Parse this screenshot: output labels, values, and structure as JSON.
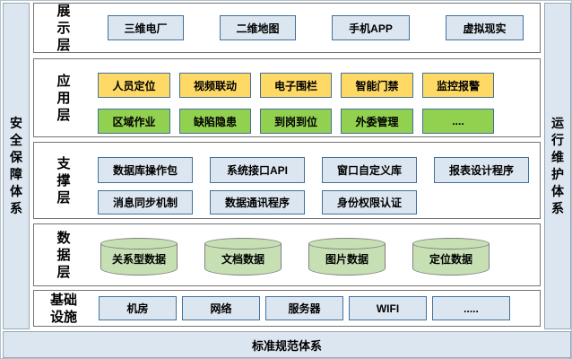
{
  "frame": {
    "left_band": "安全保障体系",
    "right_band": "运行维护体系",
    "bottom_band": "标准规范体系"
  },
  "colors": {
    "band_fill": "#dce6f1",
    "blue_box_fill": "#dce6f1",
    "yellow_box_fill": "#ffd966",
    "green_box_fill": "#92d050",
    "cylinder_fill": "#c6e0b4",
    "box_border": "#41719c",
    "layer_border": "#737373"
  },
  "layers": [
    {
      "label": "展示层",
      "rows": [
        [
          "三维电厂",
          "二维地图",
          "手机APP",
          "虚拟现实"
        ]
      ]
    },
    {
      "label": "应用层",
      "rows": [
        [
          "人员定位",
          "视频联动",
          "电子围栏",
          "智能门禁",
          "监控报警"
        ],
        [
          "区域作业",
          "缺陷隐患",
          "到岗到位",
          "外委管理",
          "...."
        ]
      ]
    },
    {
      "label": "支撑层",
      "rows": [
        [
          "数据库操作包",
          "系统接口API",
          "窗口自定义库",
          "报表设计程序"
        ],
        [
          "消息同步机制",
          "数据通讯程序",
          "身份权限认证"
        ]
      ]
    },
    {
      "label": "数据层",
      "rows": [
        [
          "关系型数据",
          "文档数据",
          "图片数据",
          "定位数据"
        ]
      ]
    },
    {
      "label": "基础设施",
      "rows": [
        [
          "机房",
          "网络",
          "服务器",
          "WIFI",
          "....."
        ]
      ]
    }
  ]
}
